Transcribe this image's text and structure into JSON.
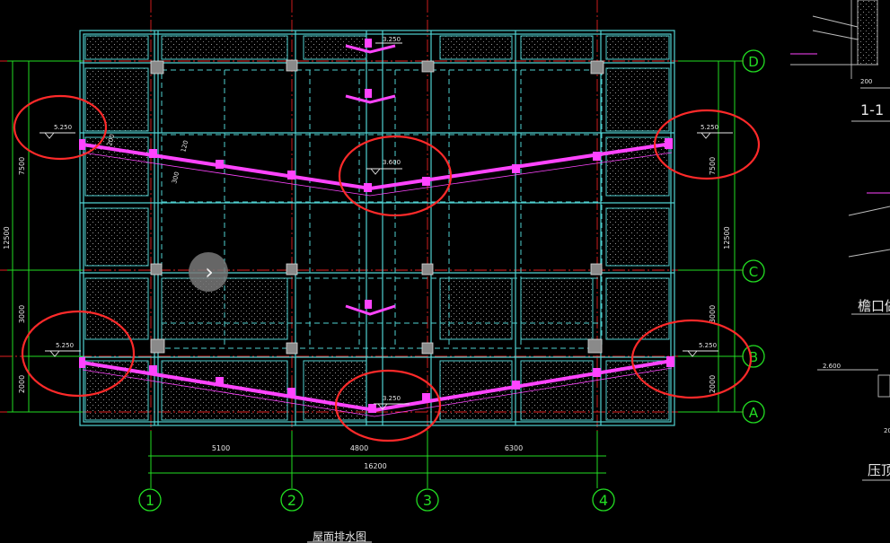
{
  "drawing": {
    "title": "屋面排水图",
    "axes_numbers": [
      "1",
      "2",
      "3",
      "4"
    ],
    "axes_letters": [
      "D",
      "C",
      "B",
      "A"
    ],
    "bay_dims": [
      "5100",
      "4800",
      "6300"
    ],
    "total_dim": "16200",
    "left_dims": [
      "7500",
      "3000",
      "2000"
    ],
    "left_total": "12500",
    "right_dims": [
      "7500",
      "3000",
      "2000"
    ],
    "right_total": "12500",
    "elevations": {
      "top_left": "5.250",
      "top_center": "3.600",
      "top_right": "5.250",
      "bottom_left": "5.250",
      "bottom_center": "3.250",
      "bottom_right": "5.250",
      "top_vertex": "3.250"
    },
    "slope_labels": [
      "200",
      "120",
      "300"
    ]
  },
  "details": {
    "section_1_label": "1-1",
    "eave_label": "檐口做",
    "press_label": "压顶",
    "dim_200": "200",
    "elev_2600": "2.600",
    "dim_20": "20"
  },
  "colors": {
    "structure": "#4fd1d1",
    "axis": "#e02020",
    "gutter": "#ff44ff",
    "dim": "#22dd22",
    "circle": "#ff2a2a"
  }
}
